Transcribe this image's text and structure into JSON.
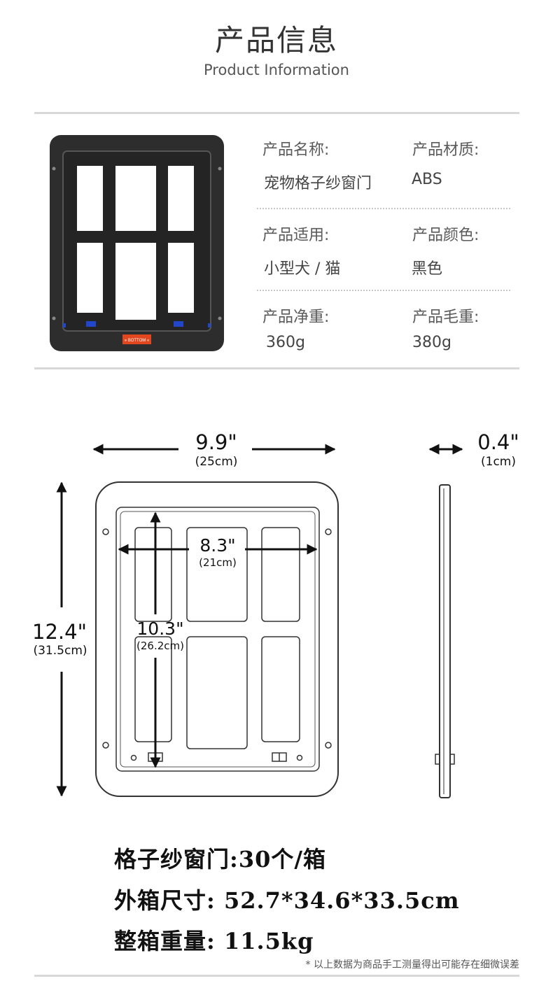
{
  "header": {
    "title_cn": "产品信息",
    "title_en": "Product Information"
  },
  "product_photo": {
    "tag_text": "» BOTTOM «"
  },
  "specs": [
    {
      "label": "产品名称:",
      "value": "宠物格子纱窗门"
    },
    {
      "label": "产品材质:",
      "value": "ABS"
    },
    {
      "label": "产品适用:",
      "value": "小型犬 / 猫"
    },
    {
      "label": "产品颜色:",
      "value": "黑色"
    },
    {
      "label": "产品净重:",
      "value": "360g"
    },
    {
      "label": "产品毛重:",
      "value": "380g"
    }
  ],
  "dimensions": {
    "width_in": "9.9\"",
    "width_cm": "(25cm)",
    "height_in": "12.4\"",
    "height_cm": "(31.5cm)",
    "depth_in": "0.4\"",
    "depth_cm": "(1cm)",
    "inner_width_in": "8.3\"",
    "inner_width_cm": "(21cm)",
    "inner_height_in": "10.3\"",
    "inner_height_cm": "(26.2cm)"
  },
  "packing": {
    "line1": "格子纱窗门:30个/箱",
    "line2": "外箱尺寸: 52.7*34.6*33.5cm",
    "line3": "整箱重量: 11.5kg"
  },
  "footnote": "* 以上数据为商品手工测量得出可能存在细微误差",
  "colors": {
    "door_body": "#2d2d2d",
    "tag_bg": "#e2461e",
    "divider": "#d8d8d8"
  }
}
